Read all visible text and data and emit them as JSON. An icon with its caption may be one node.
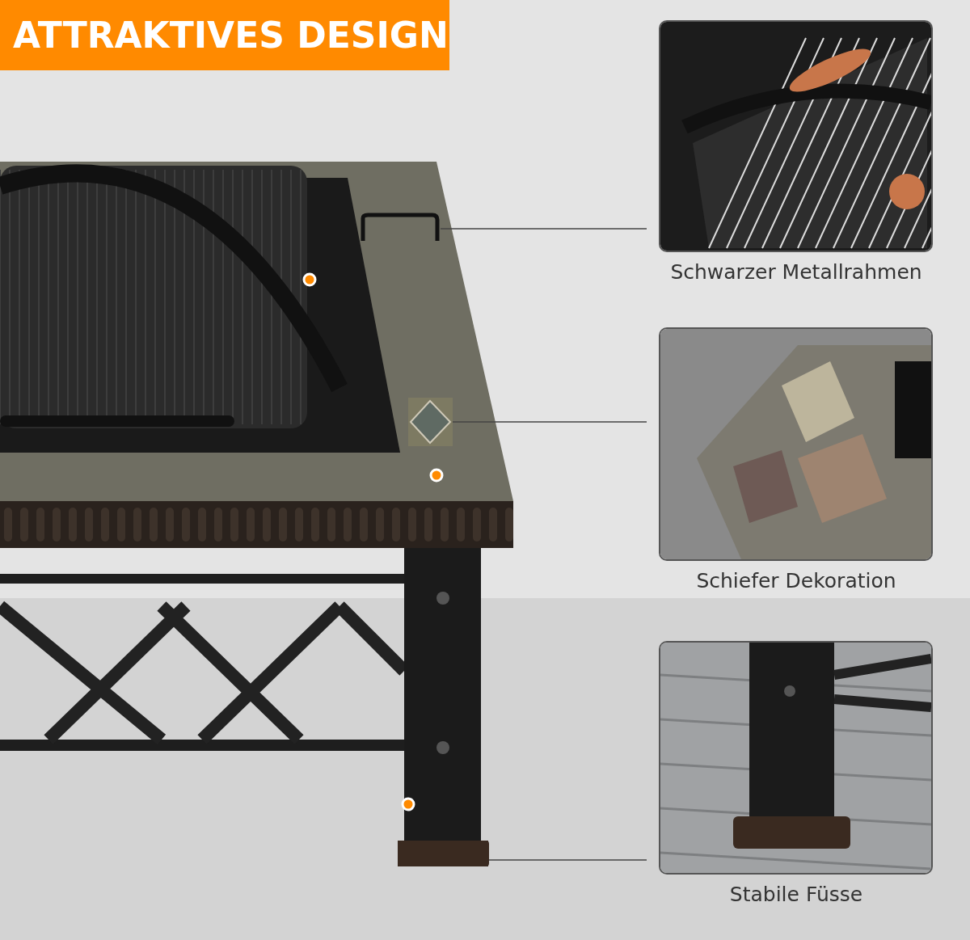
{
  "diagram": {
    "title": "ATTRAKTIVES DESIGN",
    "nodes": [
      {
        "text": [],
        "shape": "picture"
      },
      {
        "text": [],
        "shape": "picture",
        "in": 0
      },
      {
        "text": [],
        "shape": "picture",
        "in": 0
      },
      {
        "text": [],
        "shape": "picture",
        "in": 0
      },
      {
        "text": [
          "Schwarzer Metallrahmen"
        ]
      },
      {
        "text": [
          "Schiefer Dekoration"
        ]
      },
      {
        "text": [
          "Stabile Füsse"
        ]
      }
    ],
    "edges": [
      {
        "from": 1,
        "to": 4,
        "arrow": "none"
      },
      {
        "from": 2,
        "to": 5,
        "arrow": "none"
      },
      {
        "from": 3,
        "to": 6,
        "arrow": "none"
      }
    ]
  }
}
